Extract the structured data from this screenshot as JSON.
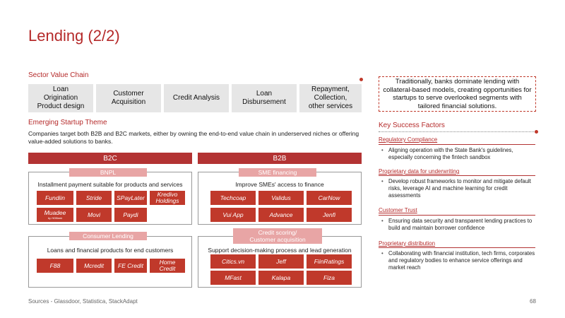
{
  "title": "Lending (2/2)",
  "value_chain": {
    "label": "Sector Value Chain",
    "steps": [
      "Loan\nOrigination\nProduct design",
      "Customer\nAcquisition",
      "Credit Analysis",
      "Loan\nDisbursement",
      "Repayment,\nCollection,\nother services"
    ]
  },
  "emerging": {
    "label": "Emerging Startup Theme",
    "description": "Companies target both B2B and B2C markets, either by owning the end-to-end value chain in underserved niches or offering value-added solutions to banks."
  },
  "b2c": {
    "label": "B2C",
    "bnpl": {
      "label": "BNPL",
      "caption": "Installment payment suitable for products and services",
      "chips": [
        "Fundiin",
        "Stride",
        "SPayLater",
        "Kredivo\nHoldings",
        "Muadee",
        "Movi",
        "Paydi"
      ],
      "muadee_sub": "by HDBank"
    },
    "consumer": {
      "label": "Consumer Lending",
      "caption": "Loans and financial products for  end customers",
      "chips": [
        "F88",
        "Mcredit",
        "FE Credit",
        "Home\nCredit"
      ]
    }
  },
  "b2b": {
    "label": "B2B",
    "sme": {
      "label": "SME financing",
      "caption": "Improve SMEs' access to finance",
      "chips": [
        "Techcoap",
        "Validus",
        "CarNow",
        "Vui App",
        "Advance",
        "Jenfi"
      ]
    },
    "credit": {
      "label": "Credit scoring/\nCustomer acquisition",
      "caption": "Support decision-making process and lead generation",
      "chips": [
        "Citics.vn",
        "Jeff",
        "FiinRatings",
        "MFast",
        "Kalapa",
        "Fiza"
      ]
    }
  },
  "callout": "Traditionally, banks dominate lending with collateral-based models, creating opportunities for startups to serve overlooked segments with tailored financial solutions.",
  "ksf": {
    "title": "Key Success Factors",
    "items": [
      {
        "head": "Regulatory Compliance",
        "text": "Aligning operation with the State Bank's guidelines, especially concerning the fintech sandbox"
      },
      {
        "head": "Proprietary data for underwriting",
        "text": "Develop robust frameworks to monitor and mitigate default risks, leverage AI and machine learning for credit assessments"
      },
      {
        "head": "Customer Trust",
        "text": "Ensuring data security and transparent lending practices to build and maintain borrower confidence"
      },
      {
        "head": "Proprietary distribution",
        "text": "Collaborating with financial institution, tech firms, corporates and regulatory bodies to enhance service offerings and market reach"
      }
    ]
  },
  "footer": "Sources - Glassdoor, Statistica, StackAdapt",
  "page_number": "68",
  "colors": {
    "accent": "#b52a2a",
    "chip": "#c0392b",
    "band": "#b33333",
    "sub_label": "#e8a5a5",
    "chain_box": "#e6e6e6"
  }
}
